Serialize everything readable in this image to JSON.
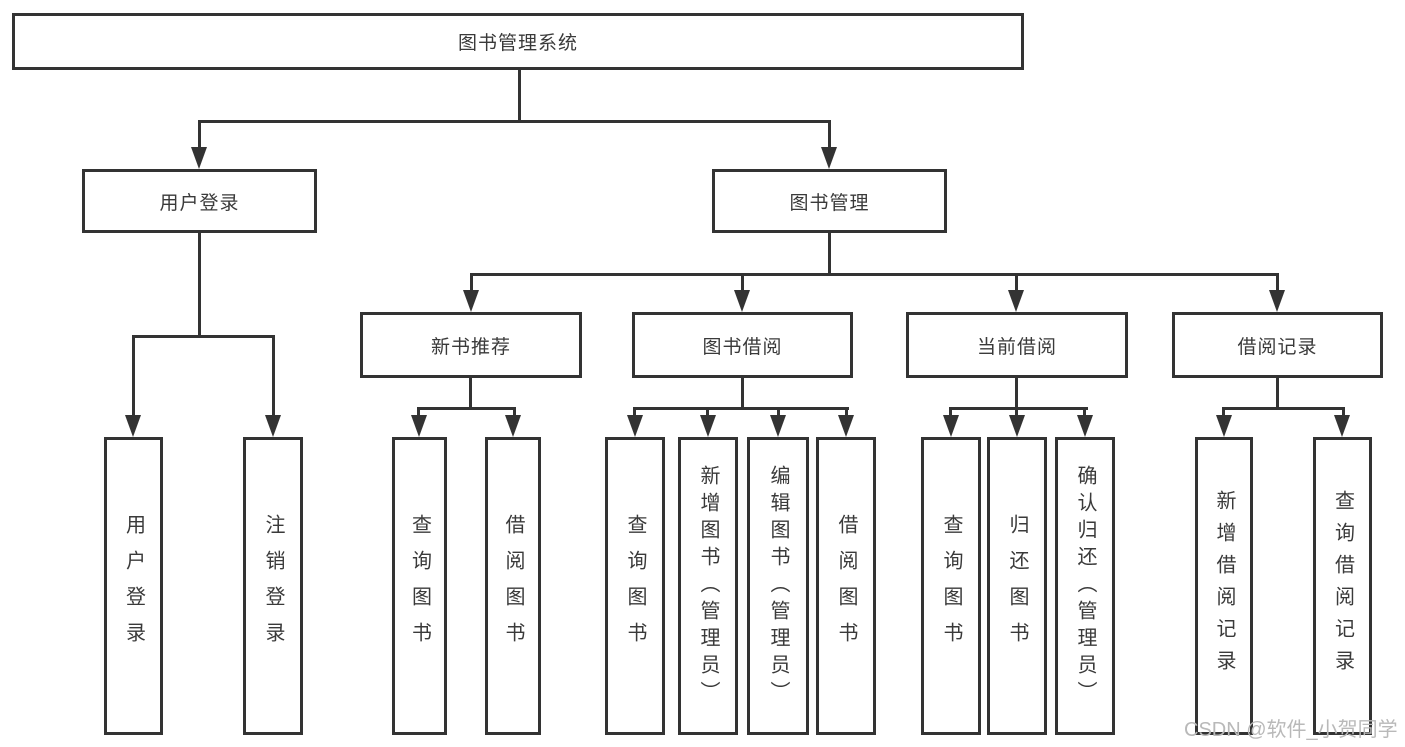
{
  "diagram": {
    "type": "hierarchy-tree",
    "tree": {
      "root": {
        "label": "图书管理系统"
      },
      "branches": [
        {
          "label": "用户登录",
          "children": [
            {
              "label": "用户登录"
            },
            {
              "label": "注销登录"
            }
          ]
        },
        {
          "label": "图书管理",
          "children": [
            {
              "label": "新书推荐",
              "children": [
                {
                  "label": "查询图书"
                },
                {
                  "label": "借阅图书"
                }
              ]
            },
            {
              "label": "图书借阅",
              "children": [
                {
                  "label": "查询图书"
                },
                {
                  "label": "新增图书（管理员）"
                },
                {
                  "label": "编辑图书（管理员）"
                },
                {
                  "label": "借阅图书"
                }
              ]
            },
            {
              "label": "当前借阅",
              "children": [
                {
                  "label": "查询图书"
                },
                {
                  "label": "归还图书"
                },
                {
                  "label": "确认归还（管理员）"
                }
              ]
            },
            {
              "label": "借阅记录",
              "children": [
                {
                  "label": "新增借阅记录"
                },
                {
                  "label": "查询借阅记录"
                }
              ]
            }
          ]
        }
      ]
    },
    "colors": {
      "line": "#333333",
      "text": "#3a3a3a",
      "watermark_text": "#b9b9b9",
      "background": "#ffffff"
    },
    "watermark": "CSDN @软件_小贺同学"
  }
}
